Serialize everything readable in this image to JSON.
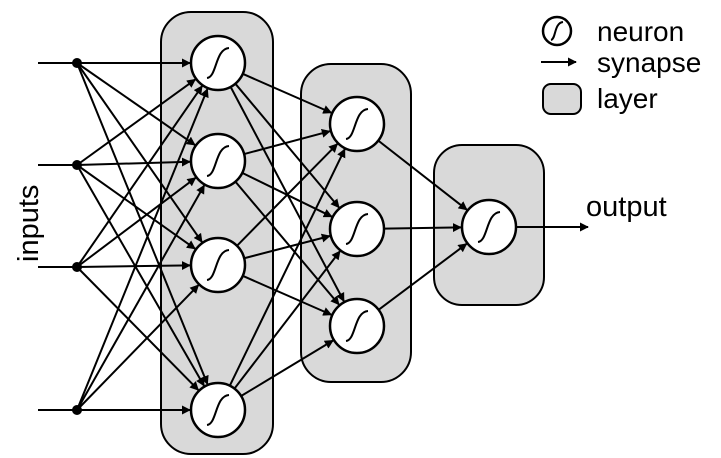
{
  "labels": {
    "inputs": "inputs",
    "output": "output"
  },
  "legend": {
    "neuron": "neuron",
    "synapse": "synapse",
    "layer": "layer"
  },
  "colors": {
    "layer_fill": "#d9d9d9",
    "line": "#000000",
    "neuron_fill": "#ffffff"
  },
  "network": {
    "inputs": 4,
    "hidden_layers": [
      4,
      3
    ],
    "outputs": 1,
    "connectivity": "fully-connected"
  }
}
